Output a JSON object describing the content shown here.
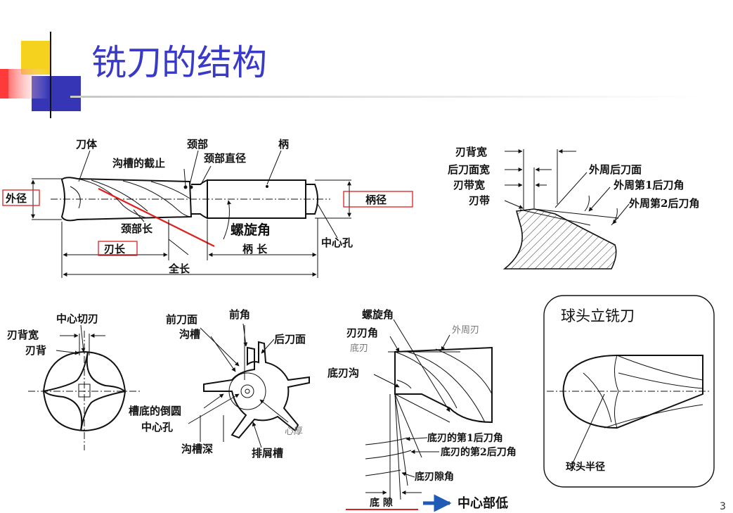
{
  "title": "铣刀的结构",
  "colors": {
    "title": "#3a3ac8",
    "accent_red": "#e02020",
    "accent_yellow": "#f5d21e",
    "accent_blue": "#3535b5",
    "arrow_blue": "#1f5bb5"
  },
  "side_view": {
    "labels": {
      "blade_body": "刀体",
      "neck": "颈部",
      "shank": "柄",
      "flute_end": "沟槽的截止",
      "neck_dia": "颈部直径",
      "outer_dia": "外径",
      "shank_dia": "柄径",
      "neck_len": "颈部长",
      "helix": "螺旋角",
      "center_hole": "中心孔",
      "blade_len": "刃长",
      "shank_len": "柄  长",
      "total_len": "全长"
    }
  },
  "edge_detail": {
    "labels": {
      "land_width": "刃背宽",
      "back_face_width": "后刀面宽",
      "margin_width": "刃带宽",
      "margin": "刃带",
      "outer_back_face": "外周后刀面",
      "outer_relief1": "外周第1后刀角",
      "outer_relief2": "外周第2后刀角"
    }
  },
  "end_view1": {
    "labels": {
      "center_cut": "中心切刃",
      "land_width": "刃背宽",
      "land": "刃背"
    }
  },
  "end_view2": {
    "labels": {
      "rake_face": "前刀面",
      "rake_angle": "前角",
      "flute": "沟槽",
      "flank_face": "后刀面",
      "fillet": "槽底的倒圆",
      "center_hole": "中心孔",
      "core": "心厚",
      "flute_depth": "沟槽深",
      "chip_flute": "排屑槽"
    }
  },
  "tip_view": {
    "labels": {
      "helix": "螺旋角",
      "edge_angle": "刃刃角",
      "outer_edge": "外周刃",
      "end_edge": "底刃",
      "gash": "底刃沟",
      "end_relief1": "底刃的第1后刀角",
      "end_relief2": "底刃的第2后刀角",
      "dish_angle": "底刃隙角",
      "dish": "底  隙",
      "dish_note": "中心部低"
    }
  },
  "ball_end": {
    "heading": "球头立铣刀",
    "radius": "球头半径"
  },
  "page_number": "3"
}
